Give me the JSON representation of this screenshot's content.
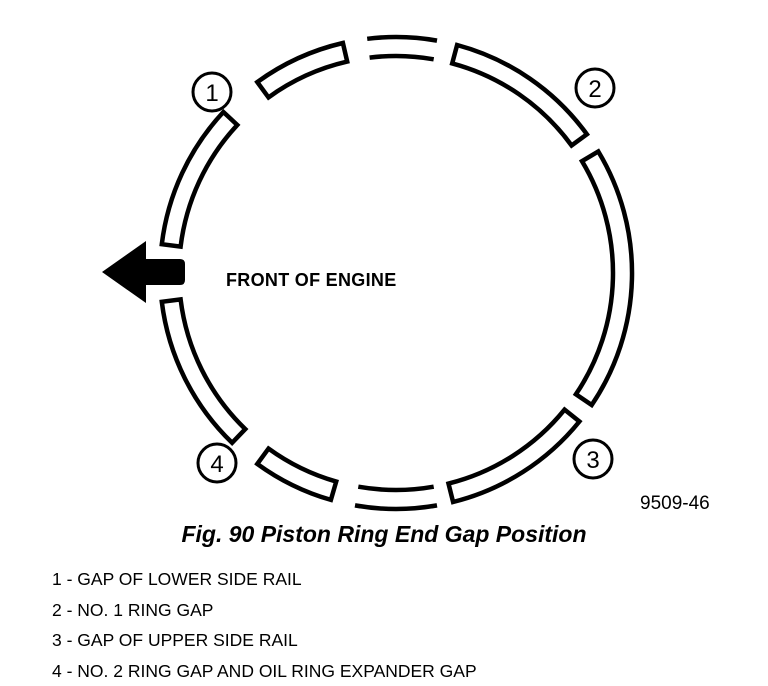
{
  "diagram": {
    "front_label": "FRONT OF ENGINE",
    "callouts": [
      {
        "number": "1",
        "position": "upper-left"
      },
      {
        "number": "2",
        "position": "upper-right"
      },
      {
        "number": "3",
        "position": "lower-right"
      },
      {
        "number": "4",
        "position": "lower-left"
      }
    ]
  },
  "figure_number": "9509-46",
  "caption": "Fig. 90 Piston Ring End Gap Position",
  "legend": [
    "1 - GAP OF LOWER SIDE RAIL",
    "2 - NO. 1 RING GAP",
    "3 - GAP OF UPPER SIDE RAIL",
    "4 - NO. 2 RING GAP AND OIL RING EXPANDER GAP"
  ]
}
